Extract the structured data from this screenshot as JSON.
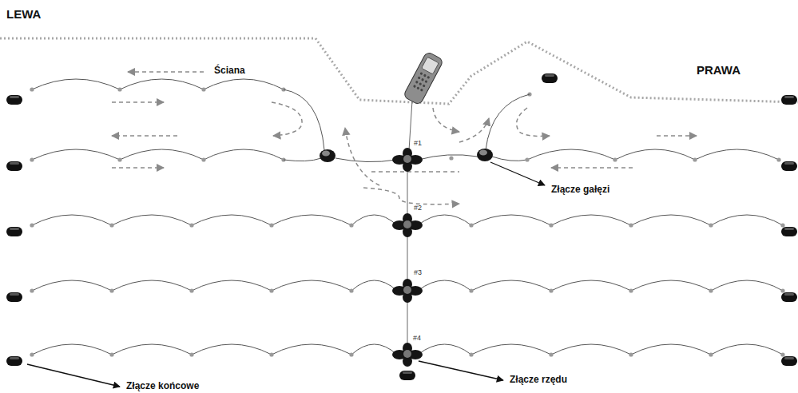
{
  "diagram": {
    "labels": [
      "LEWA",
      "PRAWA",
      "Ściana",
      "Złącze gałęzi",
      "Złącze końcowe",
      "Złącze rzędu",
      "#1",
      "#2",
      "#3",
      "#4"
    ]
  }
}
